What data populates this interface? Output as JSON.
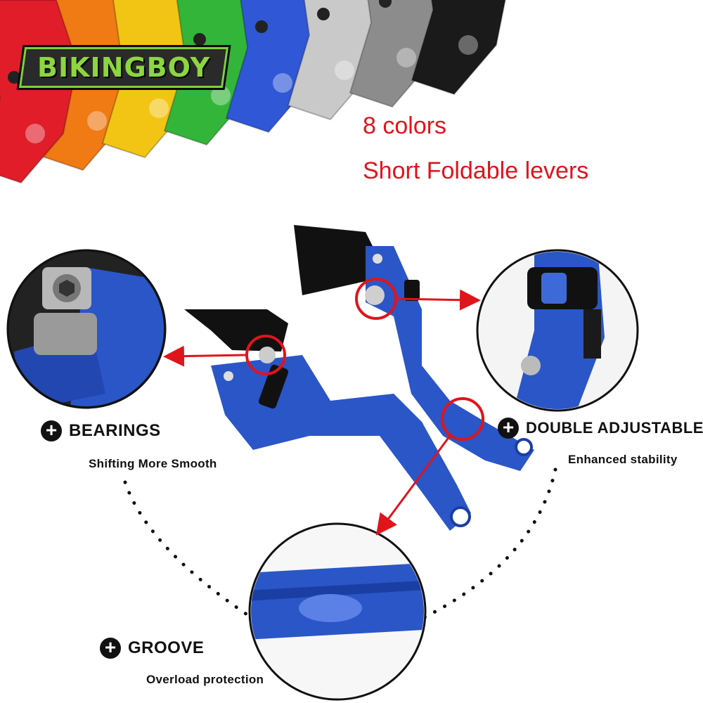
{
  "banner": {
    "logo_text": "BIKINGBOY",
    "colors_line": "8 colors",
    "product_line": "Short Foldable levers"
  },
  "swatch_colors": [
    "#e11d2a",
    "#f07a13",
    "#f2c515",
    "#33b53a",
    "#2f57d6",
    "#c9c9c9",
    "#8c8c8c",
    "#1a1a1a"
  ],
  "features": {
    "bearings": {
      "title": "BEARINGS",
      "subtitle": "Shifting More Smooth"
    },
    "double": {
      "title": "DOUBLE ADJUSTABLES",
      "subtitle": "Enhanced stability"
    },
    "groove": {
      "title": "GROOVE",
      "subtitle": "Overload protection"
    }
  },
  "icons": [
    "plus-circle-icon"
  ],
  "accent_color": "#e0141b",
  "lever_color": "#2a56c7"
}
